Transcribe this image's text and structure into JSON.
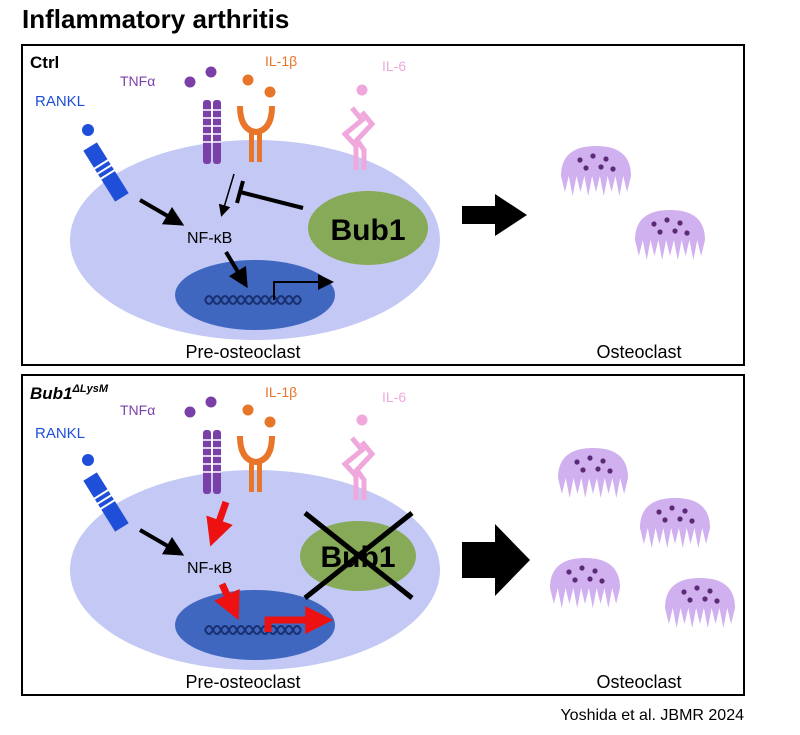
{
  "title": "Inflammatory arthritis",
  "credit": "Yoshida et al. JBMR 2024",
  "labels": {
    "rankl": "RANKL",
    "tnfa": "TNFα",
    "il1b": "IL-1β",
    "il6": "IL-6",
    "nfkb": "NF-κB",
    "bub1": "Bub1",
    "pre_osteoclast": "Pre-osteoclast",
    "osteoclast": "Osteoclast"
  },
  "panels": [
    {
      "id": "ctrl",
      "label": "Ctrl",
      "label_sup": "",
      "bub1_present": true,
      "osteoclast_count": 2,
      "signal_color": "#000000"
    },
    {
      "id": "ko",
      "label": "Bub1",
      "label_sup": "ΔLysM",
      "bub1_present": false,
      "osteoclast_count": 4,
      "signal_color": "#ee1111"
    }
  ],
  "colors": {
    "rankl": "#1f4fd8",
    "tnfa": "#7b3fa8",
    "il1b": "#e8762a",
    "il6": "#f0a8dc",
    "cell": "#c3c8f5",
    "nucleus": "#3f67c0",
    "bub1": "#86aa57",
    "osteoclast": "#d0b0ee",
    "osteoclast_dot": "#5a2a78"
  }
}
